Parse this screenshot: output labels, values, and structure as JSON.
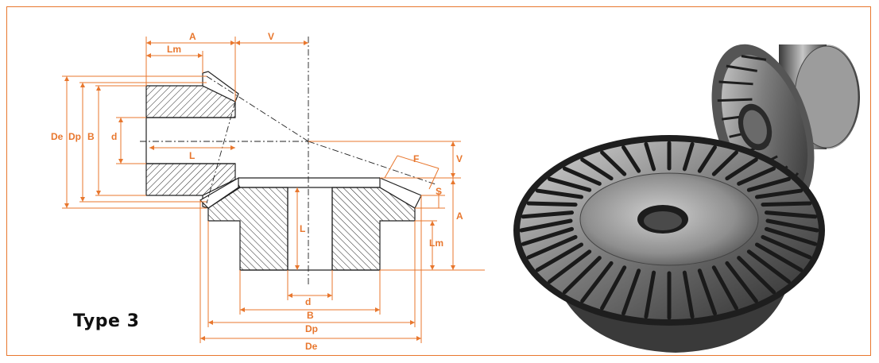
{
  "type_label": "Type 3",
  "colors": {
    "frame": "#e8772e",
    "dimension": "#e8772e",
    "hatch": "#222222",
    "metal_dark": "#2a2a2a",
    "metal_light": "#b8b8b8"
  },
  "pinion_labels": {
    "A": "A",
    "V": "V",
    "Lm": "Lm",
    "De": "De",
    "Dp": "Dp",
    "B": "B",
    "d": "d",
    "L": "L"
  },
  "gear_labels": {
    "F": "F",
    "V": "V",
    "S": "S",
    "A": "A",
    "Lm": "Lm",
    "L": "L",
    "d": "d",
    "B": "B",
    "Dp": "Dp",
    "De": "De"
  },
  "photo": {
    "subject": "bevel-gear-pair-photo"
  }
}
